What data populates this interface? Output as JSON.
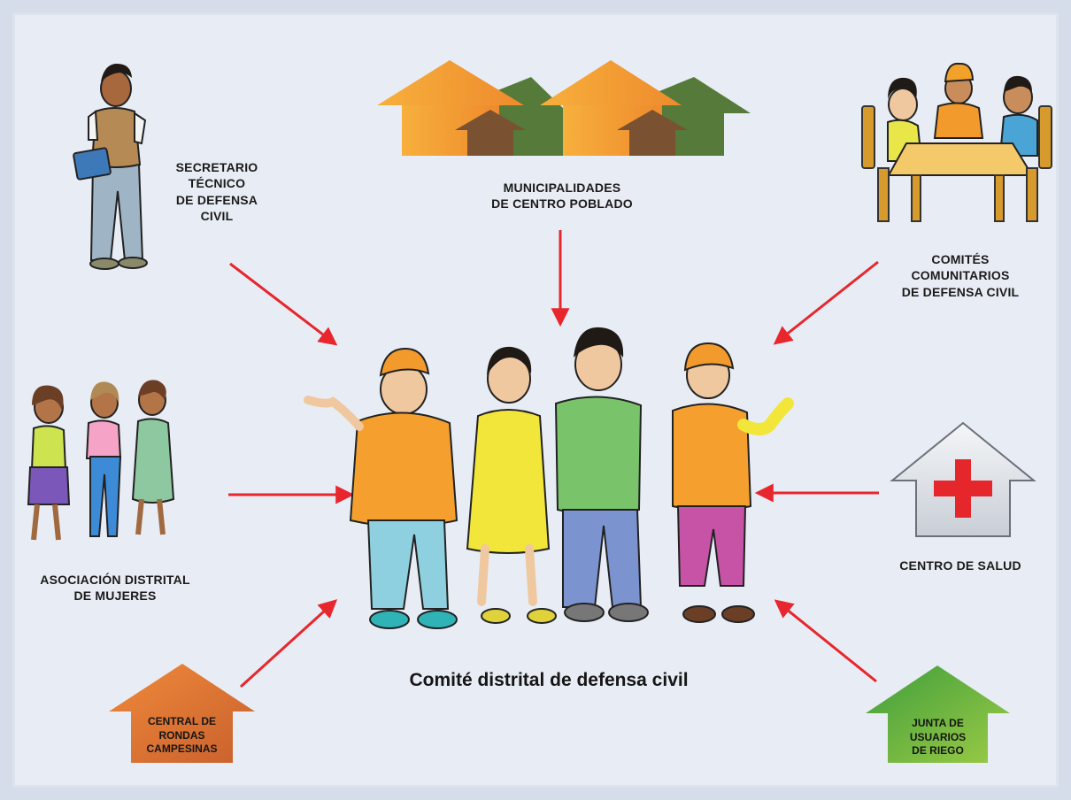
{
  "title": "Comité distrital de  defensa civil",
  "nodes": {
    "secretario": [
      "SECRETARIO",
      "TÉCNICO",
      "DE DEFENSA",
      "CIVIL"
    ],
    "municipalidades": [
      "MUNICIPALIDADES",
      "DE CENTRO POBLADO"
    ],
    "comites": [
      "COMITÉS",
      "COMUNITARIOS",
      "DE DEFENSA CIVIL"
    ],
    "asociacion": [
      "ASOCIACIÓN DISTRITAL",
      "DE MUJERES"
    ],
    "centro_salud": [
      "CENTRO DE SALUD"
    ],
    "rondas": [
      "CENTRAL DE",
      "RONDAS",
      "CAMPESINAS"
    ],
    "junta": [
      "JUNTA DE",
      "USUARIOS",
      "DE RIEGO"
    ]
  },
  "colors": {
    "arrow": "#e8262d",
    "orange": "#f2982f",
    "dark_orange": "#e8722d",
    "green_dark": "#557a39",
    "brown": "#7a5232",
    "green": "#5fae3e",
    "cross": "#e5262b"
  },
  "icons": {
    "secretary": "standing-man-icon",
    "villages": "houses-icon",
    "meeting": "people-at-table-icon",
    "women": "three-women-icon",
    "health": "health-center-icon",
    "committee": "committee-group-icon"
  }
}
